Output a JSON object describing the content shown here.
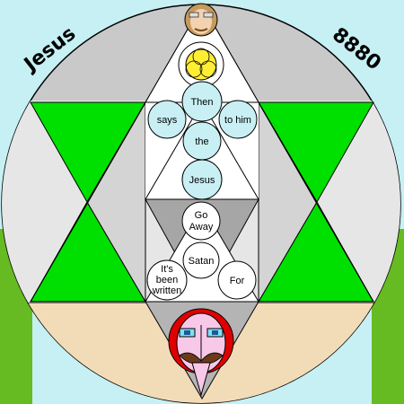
{
  "corner_labels": {
    "left": "Jesus",
    "right": "8880"
  },
  "words": {
    "then": "Then",
    "says": "says",
    "to_him": "to him",
    "the": "the",
    "jesus": "Jesus",
    "go": "Go",
    "away": "Away",
    "satan": "Satan",
    "its": "It's",
    "been": "been",
    "written": "written",
    "for": "For"
  },
  "colors": {
    "background": "#c6f0f4",
    "circle_fill": "#c9c9c9",
    "green": "#00e000",
    "grass": "#66bb22",
    "tan": "#f2dcb8",
    "word_bubble_blue": "#c8f0f4",
    "word_bubble_white": "#ffffff",
    "red": "#e00000",
    "pink": "#f8c8e8"
  }
}
